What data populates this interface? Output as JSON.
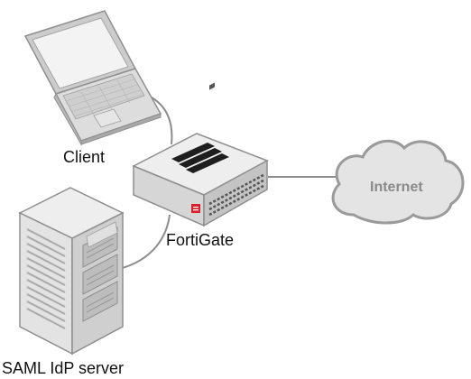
{
  "nodes": {
    "client": {
      "label": "Client"
    },
    "fortigate": {
      "label": "FortiGate"
    },
    "internet": {
      "label": "Internet"
    },
    "saml_server": {
      "label": "SAML IdP server"
    }
  },
  "colors": {
    "line": "#8c8c8c",
    "device_light": "#e8e8e8",
    "device_mid": "#cfcfcf",
    "device_dark": "#a9a9a9",
    "cloud_fill": "#e4e4e4",
    "cloud_stroke": "#9a9a9a",
    "screen": "#f3f3f3",
    "brand": "#d8202a"
  }
}
